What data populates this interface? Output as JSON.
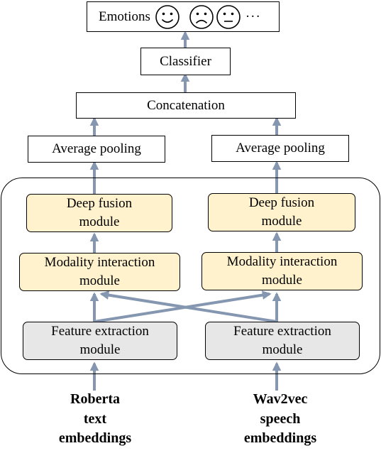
{
  "top": {
    "emotions_label": "Emotions",
    "emotion_icons": [
      "smiling-face-icon",
      "sad-face-icon",
      "neutral-face-icon"
    ],
    "more_label": "···",
    "classifier_label": "Classifier",
    "concatenation_label": "Concatenation"
  },
  "left_branch": {
    "pooling_label": "Average pooling",
    "fusion_line1": "Deep fusion",
    "fusion_line2": "module",
    "interaction_line1": "Modality interaction",
    "interaction_line2": "module",
    "feature_line1": "Feature extraction",
    "feature_line2": "module",
    "input_line1": "Roberta",
    "input_line2": "text",
    "input_line3": "embeddings"
  },
  "right_branch": {
    "pooling_label": "Average pooling",
    "fusion_line1": "Deep fusion",
    "fusion_line2": "module",
    "interaction_line1": "Modality interaction",
    "interaction_line2": "module",
    "feature_line1": "Feature extraction",
    "feature_line2": "module",
    "input_line1": "Wav2vec",
    "input_line2": "speech",
    "input_line3": "embeddings"
  },
  "colors": {
    "arrow": "#8496b0",
    "fusion_fill": "#fff2cc",
    "feature_fill": "#e7e7e7",
    "border": "#000000"
  }
}
